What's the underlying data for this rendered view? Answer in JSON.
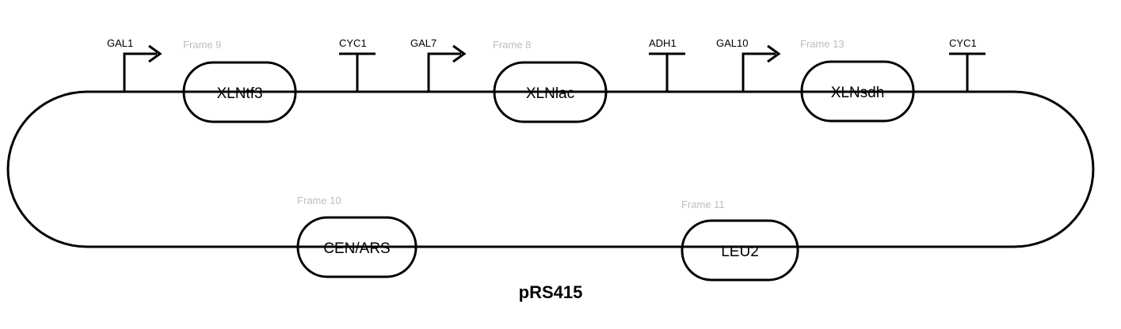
{
  "plasmid": {
    "name": "pRS415"
  },
  "promoters": [
    {
      "id": "gal1",
      "label": "GAL1"
    },
    {
      "id": "gal7",
      "label": "GAL7"
    },
    {
      "id": "gal10",
      "label": "GAL10"
    }
  ],
  "terminators": [
    {
      "id": "cyc1-a",
      "label": "CYC1"
    },
    {
      "id": "adh1",
      "label": "ADH1"
    },
    {
      "id": "cyc1-b",
      "label": "CYC1"
    }
  ],
  "genes": [
    {
      "id": "xlntf3",
      "label": "XLNtf3",
      "frame": "Frame 9",
      "color": "#f5f236"
    },
    {
      "id": "xlnlac",
      "label": "XLNlac",
      "frame": "Frame 8",
      "color": "#eda42b"
    },
    {
      "id": "xlnsdh",
      "label": "XLNsdh",
      "frame": "Frame 13",
      "color": "#ee7724"
    },
    {
      "id": "cen-ars",
      "label": "CEN/ARS",
      "frame": "Frame 10",
      "color": "#f7c2f4"
    },
    {
      "id": "leu2",
      "label": "LEU2",
      "frame": "Frame 11",
      "color": "#dcfa36"
    }
  ],
  "colors": {
    "line": "#000000",
    "frame_text": "#bdbdbd",
    "background": "#ffffff"
  }
}
